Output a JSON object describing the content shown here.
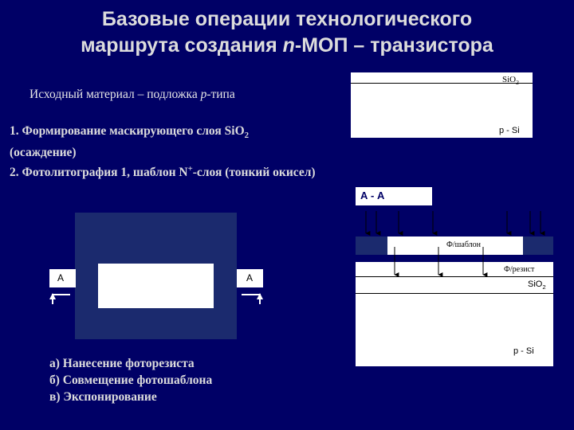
{
  "title": {
    "line1": "Базовые операции технологического",
    "line2_prefix": "маршрута создания ",
    "line2_italic": "n",
    "line2_suffix": "-МОП – транзистора"
  },
  "source": {
    "prefix": "Исходный материал – подложка ",
    "italic": "p",
    "suffix": "-типа"
  },
  "steps": {
    "s1_prefix": "1. Формирование маскирующего слоя SiO",
    "s1_sub": "2",
    "s1_line2": "(осаждение)",
    "s2_prefix": "2. Фотолитография 1, шаблон N",
    "s2_sup": "+",
    "s2_suffix": "-слоя (тонкий окисел)"
  },
  "substrate_box": {
    "oxide_label": "SiO",
    "oxide_sub": "2",
    "si_label": "p - Si"
  },
  "section_label": "А - А",
  "cross_section": {
    "template_label": "Ф/шаблон",
    "resist_label": "Ф/резист",
    "oxide_label": "SiO",
    "oxide_sub": "2",
    "si_label": "p - Si"
  },
  "top_view": {
    "left_marker": "А",
    "right_marker": "А"
  },
  "substeps": {
    "a": "а) Нанесение фоторезиста",
    "b": "б) Совмещение фотошаблона",
    "c": "в) Экспонирование"
  },
  "colors": {
    "background": "#000066",
    "mask_dark": "#1b2a6e",
    "text": "#dcdcdc"
  }
}
